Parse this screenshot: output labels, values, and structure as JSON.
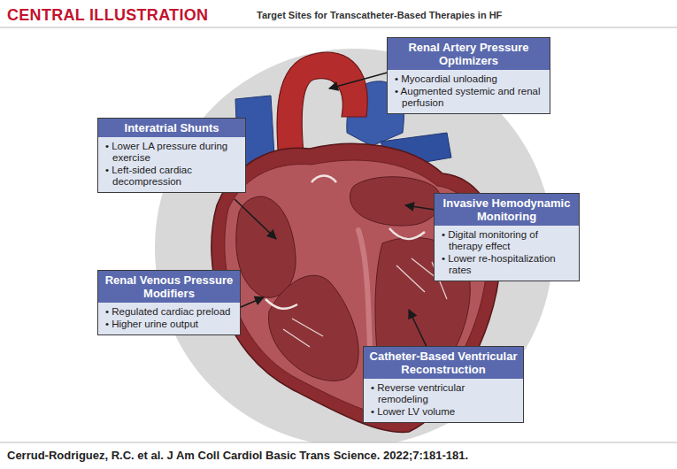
{
  "diagram": {
    "title": "CENTRAL ILLUSTRATION",
    "caption": "Cerrud-Rodriguez, R.C. et al. J Am Coll Cardiol Basic Trans Science. 2022;7:181-181.",
    "nodes": [
      {
        "text": [
          "Renal Artery Pressure Optimizers",
          "• Myocardial unloading",
          "• Augmented systemic and renal perfusion"
        ]
      },
      {
        "text": [
          "Interatrial Shunts",
          "• Lower LA pressure during exercise",
          "• Left-sided cardiac decompression"
        ]
      },
      {
        "text": [
          "Invasive Hemodynamic Monitoring",
          "• Digital monitoring of therapy effect",
          "• Lower re-hospitalization rates"
        ]
      },
      {
        "text": [
          "Renal Venous Pressure Modifiers",
          "• Regulated cardiac preload",
          "• Higher urine output"
        ]
      },
      {
        "text": [
          "Catheter-Based Ventricular Reconstruction",
          "• Reverse ventricular remodeling",
          "• Lower LV volume"
        ]
      }
    ],
    "labels": [
      "Target Sites for Transcatheter-Based Therapies in HF"
    ]
  }
}
